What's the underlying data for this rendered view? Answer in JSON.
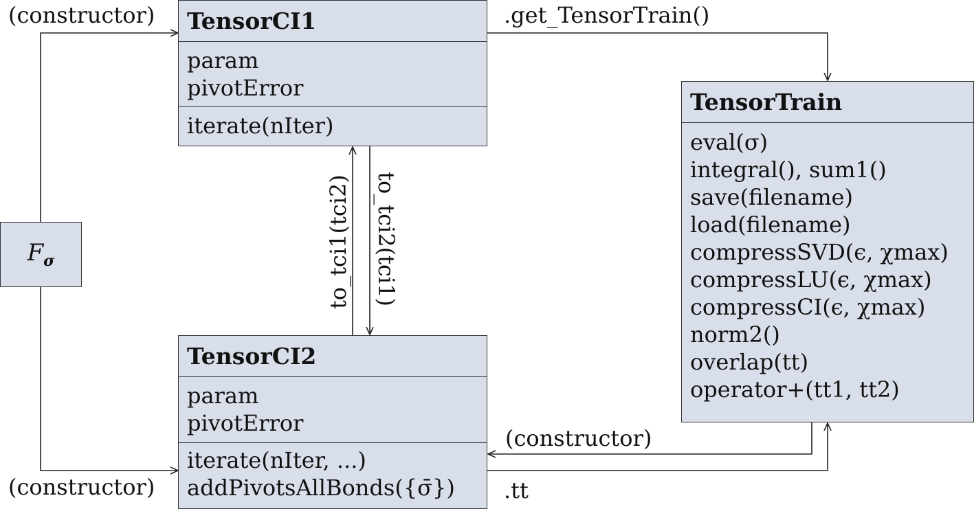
{
  "classes": {
    "tensorci1": {
      "title": "TensorCI1",
      "attributes": [
        "param",
        "pivotError"
      ],
      "methods": [
        "iterate(nIter)"
      ]
    },
    "tensorci2": {
      "title": "TensorCI2",
      "attributes": [
        "param",
        "pivotError"
      ],
      "methods": [
        "iterate(nIter, ...)",
        "addPivotsAllBonds({σ̄})"
      ]
    },
    "tensortrain": {
      "title": "TensorTrain",
      "methods": [
        "eval(σ)",
        "integral(), sum1()",
        "save(filename)",
        "load(filename)",
        "compressSVD(ϵ, χmax)",
        "compressLU(ϵ, χmax)",
        "compressCI(ϵ, χmax)",
        "norm2()",
        "overlap(tt)",
        "operator+(tt1, tt2)"
      ]
    }
  },
  "function_box": {
    "symbol": "F",
    "subscript": "σ"
  },
  "edge_labels": {
    "constructor_top": "(constructor)",
    "constructor_bottom": "(constructor)",
    "constructor_tt": "(constructor)",
    "get_tensortrain": ".get_TensorTrain()",
    "to_tci1": "to_tci1(tci2)",
    "to_tci2": "to_tci2(tci1)",
    "tt": ".tt"
  },
  "colors": {
    "box_fill": "#d9dfea",
    "stroke": "#333333"
  }
}
